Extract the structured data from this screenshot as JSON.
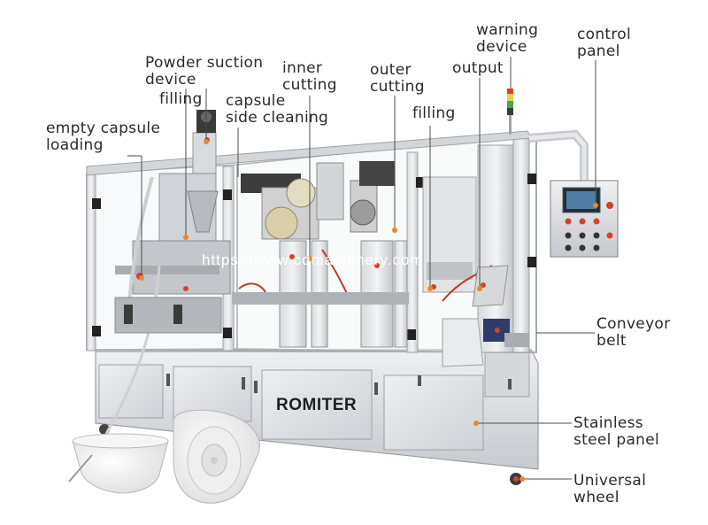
{
  "brand": "ROMITER",
  "watermark": "https://www.cqmachinery.com",
  "labels": {
    "powder_suction_device": [
      "Powder suction",
      "device"
    ],
    "filling_left": [
      "filling"
    ],
    "capsule_side_cleaning": [
      "capsule",
      "side cleaning"
    ],
    "empty_capsule_loading": [
      "empty capsule",
      "loading"
    ],
    "inner_cutting": [
      "inner",
      "cutting"
    ],
    "outer_cutting": [
      "outer",
      "cutting"
    ],
    "filling_right": [
      "filling"
    ],
    "output": [
      "output"
    ],
    "warning_device": [
      "warning",
      "device"
    ],
    "control_panel": [
      "control",
      "panel"
    ],
    "conveyor_belt": [
      "Conveyor",
      "belt"
    ],
    "stainless_steel_panel": [
      "Stainless",
      "steel panel"
    ],
    "universal_wheel": [
      "Universal",
      "wheel"
    ]
  },
  "colors": {
    "steel_light": "#e4e6e8",
    "steel_mid": "#c9ccd0",
    "steel_dark": "#8d9196",
    "label_line": "#555555",
    "accent_red": "#d8402a",
    "accent_orange": "#e88a2a"
  }
}
